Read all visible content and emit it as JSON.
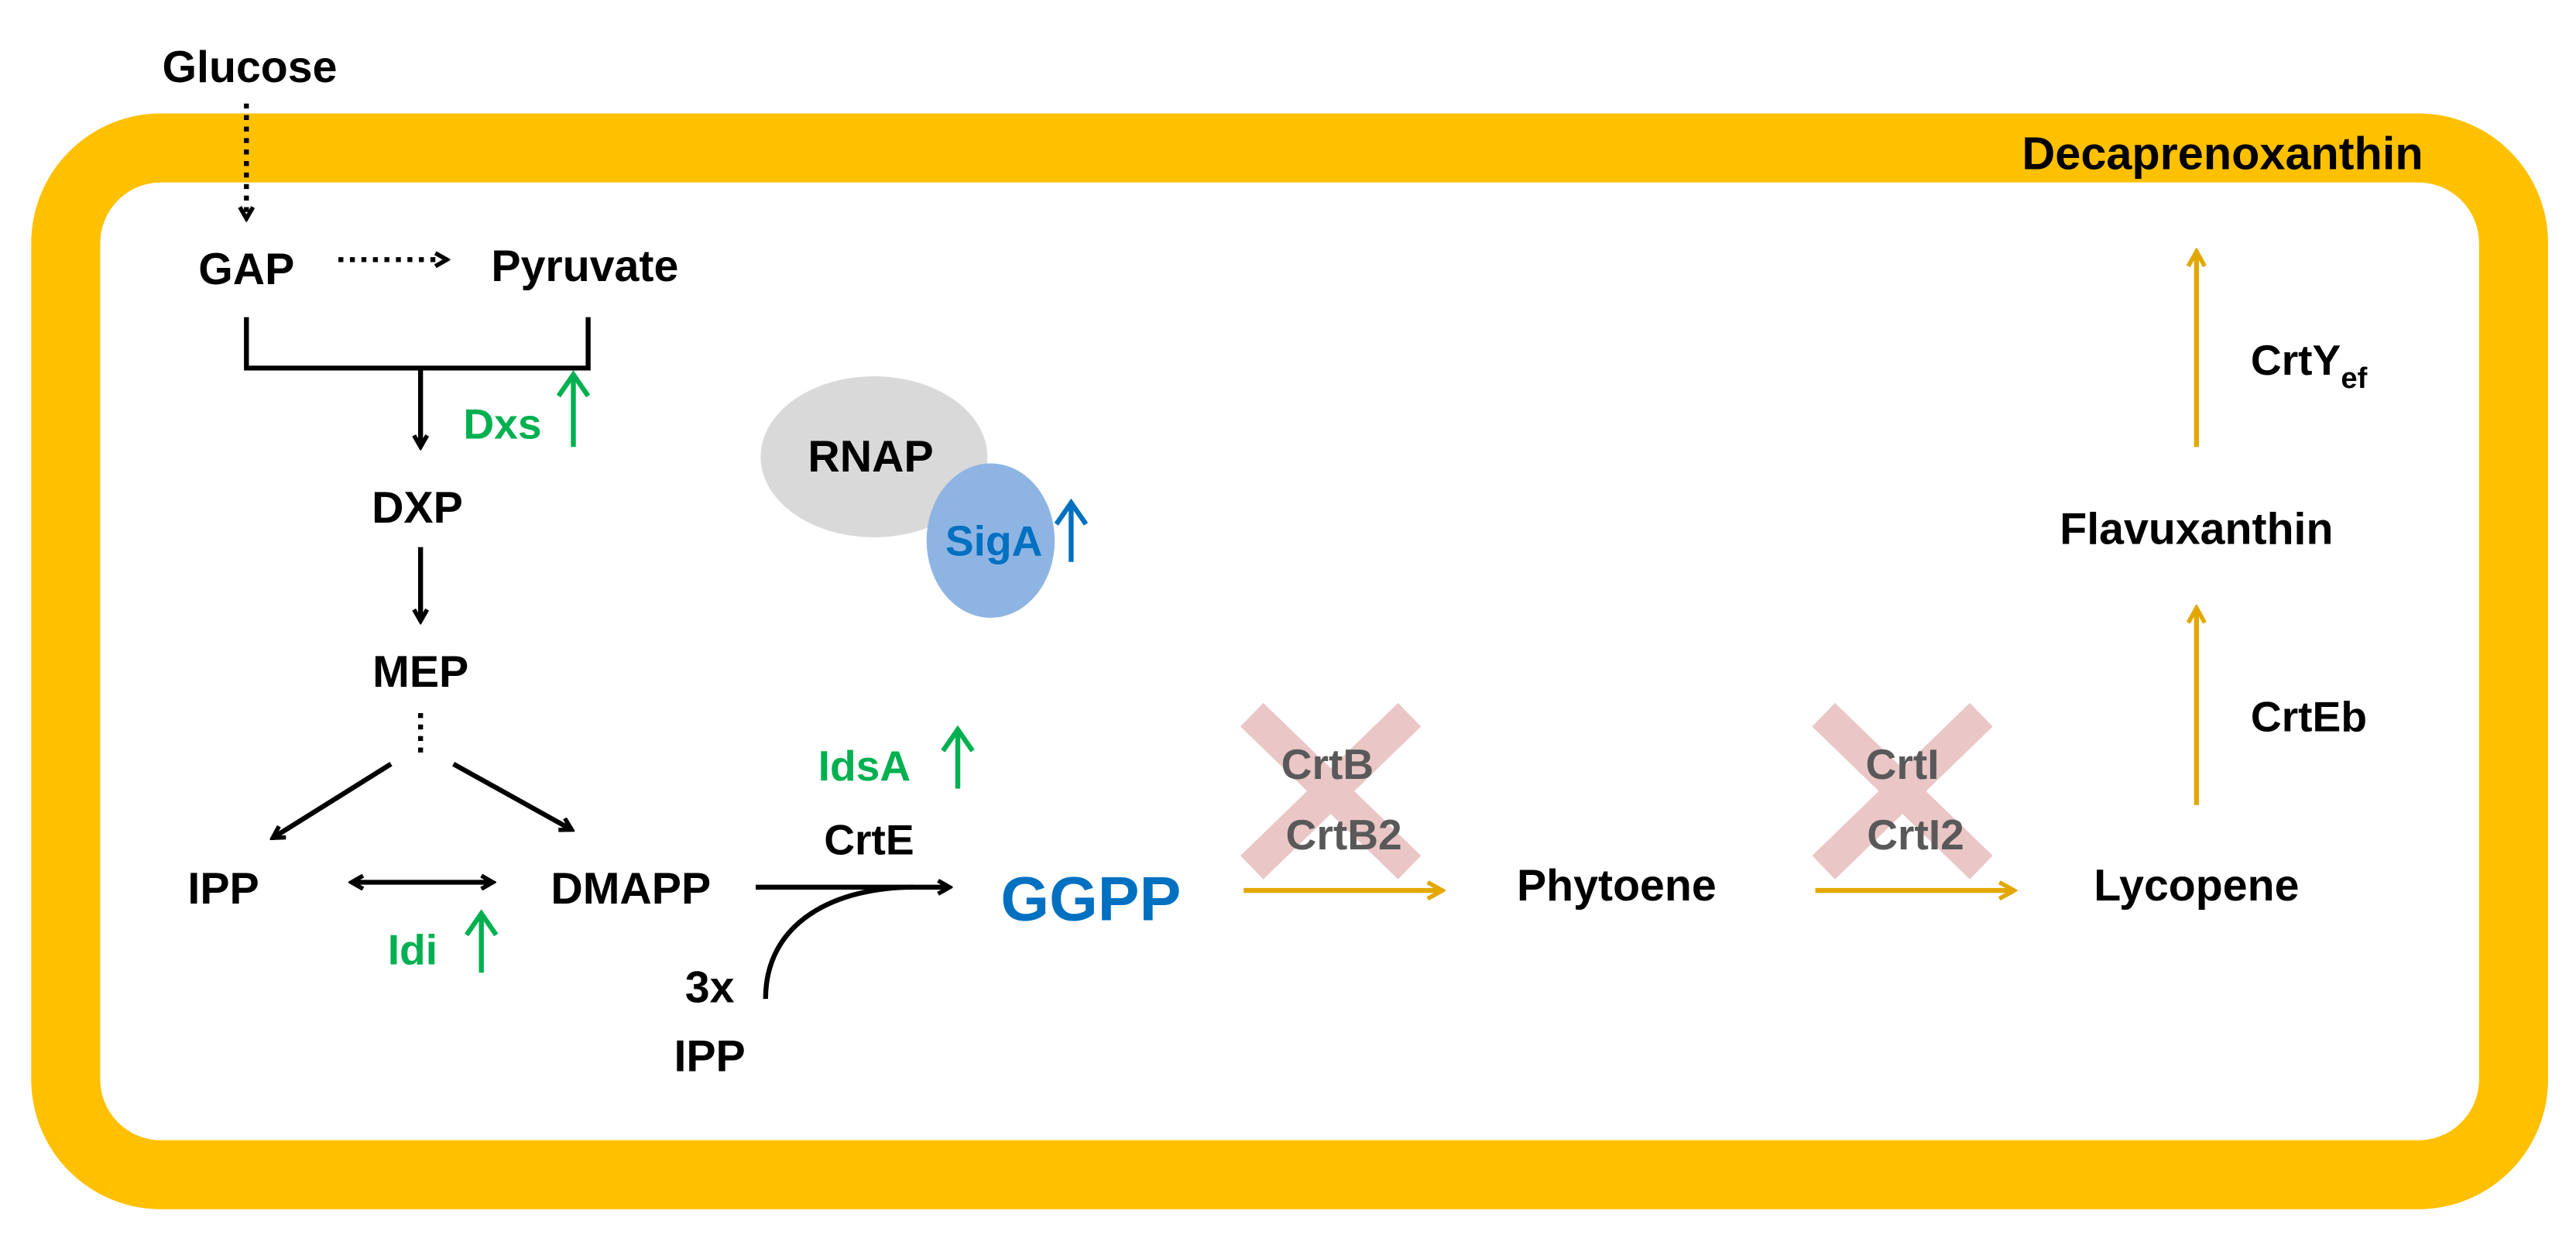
{
  "title": "Decaprenoxanthin",
  "metabolites": {
    "glucose": "Glucose",
    "gap": "GAP",
    "pyruvate": "Pyruvate",
    "dxp": "DXP",
    "mep": "MEP",
    "ipp": "IPP",
    "dmapp": "DMAPP",
    "ipp_count": "3x",
    "ipp_cosubstrate": "IPP",
    "ggpp": "GGPP",
    "phytoene": "Phytoene",
    "lycopene": "Lycopene",
    "flavuxanthin": "Flavuxanthin"
  },
  "enzymes": {
    "dxs": "Dxs",
    "idi": "Idi",
    "idsa": "IdsA",
    "crte": "CrtE",
    "crtb": "CrtB",
    "crtb2": "CrtB2",
    "crti": "CrtI",
    "crti2": "CrtI2",
    "crteb": "CrtEb",
    "crty_base": "CrtY",
    "crty_sub": "ef"
  },
  "transcription": {
    "rnap": "RNAP",
    "siga": "SigA"
  },
  "colors": {
    "frame": "#FFC000",
    "upregulated": "#00B050",
    "siga": "#0070C0",
    "siga_fill": "#8EB4E3",
    "rnap_fill": "#D9D9D9",
    "carotenoid_arrow": "#E2A800",
    "deletion_cross": "#E6B9B8",
    "text": "#000000"
  }
}
